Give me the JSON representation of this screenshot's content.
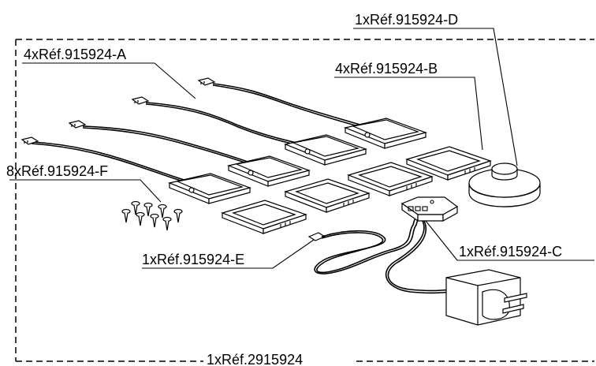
{
  "labels": {
    "a": "4xRéf.915924-A",
    "b": "4xRéf.915924-B",
    "c": "1xRéf.915924-C",
    "d": "1xRéf.915924-D",
    "e": "1xRéf.915924-E",
    "f": "8xRéf.915924-F",
    "kit": "1xRéf.2915924"
  }
}
